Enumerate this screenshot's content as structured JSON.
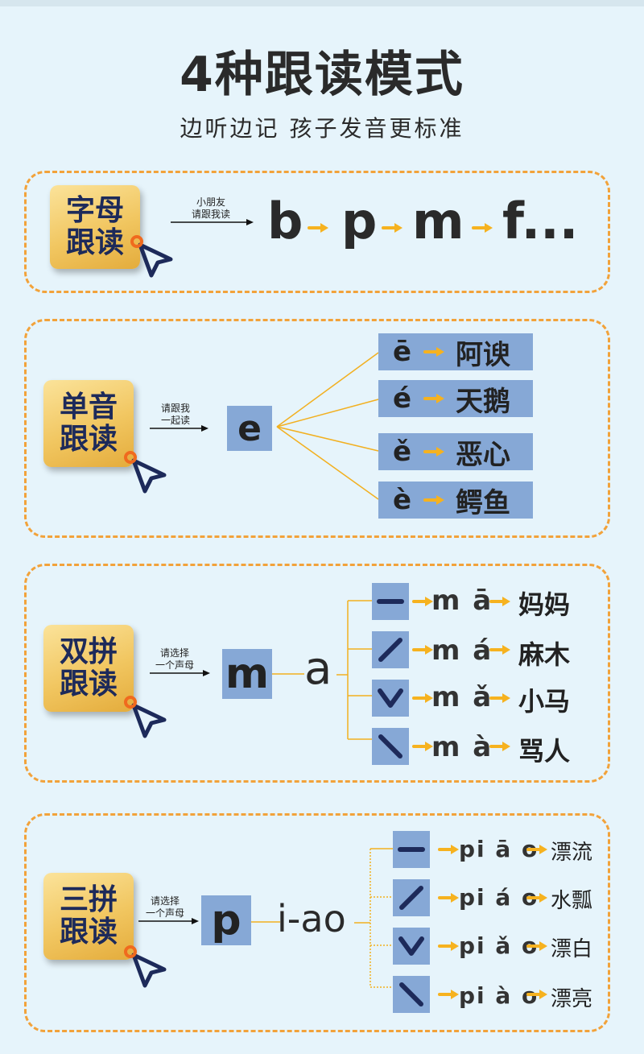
{
  "header": {
    "title": "4种跟读模式",
    "subtitle": "边听边记  孩子发音更标准"
  },
  "colors": {
    "accent": "#f2a23a",
    "box_blue": "#86a8d6",
    "badge_gold": "#f1c660",
    "badge_text": "#1d2a5a",
    "background": "#e6f4fb"
  },
  "mode1": {
    "badge_line1": "字母",
    "badge_line2": "跟读",
    "note_line1": "小朋友",
    "note_line2": "请跟我读",
    "letters": [
      "b",
      "p",
      "m",
      "f..."
    ]
  },
  "mode2": {
    "badge_line1": "单音",
    "badge_line2": "跟读",
    "note_line1": "请跟我",
    "note_line2": "一起读",
    "vowel": "e",
    "items": [
      {
        "tone": "ē",
        "word": "阿谀"
      },
      {
        "tone": "é",
        "word": "天鹅"
      },
      {
        "tone": "ě",
        "word": "恶心"
      },
      {
        "tone": "è",
        "word": "鳄鱼"
      }
    ]
  },
  "mode3": {
    "badge_line1": "双拼",
    "badge_line2": "跟读",
    "note_line1": "请选择",
    "note_line2": "一个声母",
    "initial": "m",
    "final": "a",
    "items": [
      {
        "tone_icon": "tone1-flat-icon",
        "pinyin": "m ā",
        "word": "妈妈"
      },
      {
        "tone_icon": "tone2-rising-icon",
        "pinyin": "m á",
        "word": "麻木"
      },
      {
        "tone_icon": "tone3-dipping-icon",
        "pinyin": "m ǎ",
        "word": "小马"
      },
      {
        "tone_icon": "tone4-falling-icon",
        "pinyin": "m à",
        "word": "骂人"
      }
    ]
  },
  "mode4": {
    "badge_line1": "三拼",
    "badge_line2": "跟读",
    "note_line1": "请选择",
    "note_line2": "一个声母",
    "initial": "p",
    "final": "i-ao",
    "items": [
      {
        "tone_icon": "tone1-flat-icon",
        "pinyin": "pi ā o",
        "word": "漂流"
      },
      {
        "tone_icon": "tone2-rising-icon",
        "pinyin": "pi á o",
        "word": "水瓢"
      },
      {
        "tone_icon": "tone3-dipping-icon",
        "pinyin": "pi ǎ o",
        "word": "漂白"
      },
      {
        "tone_icon": "tone4-falling-icon",
        "pinyin": "pi à o",
        "word": "漂亮"
      }
    ]
  }
}
